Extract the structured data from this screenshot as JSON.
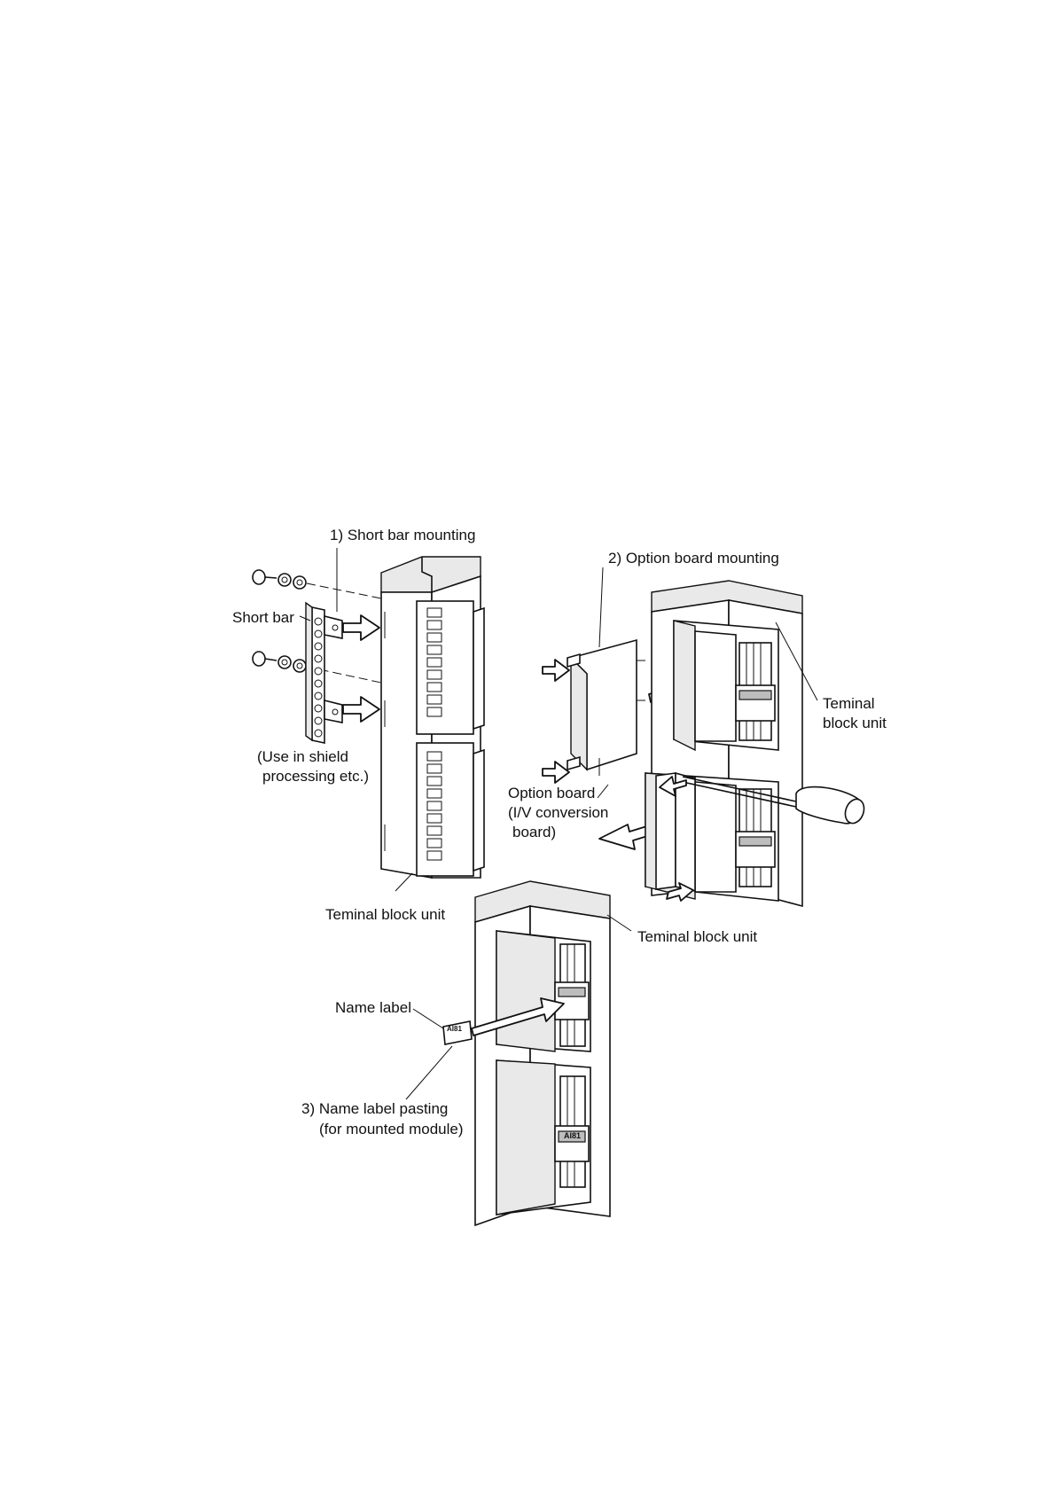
{
  "labels": {
    "short_bar_mounting": "1) Short bar mounting",
    "short_bar": "Short bar",
    "shield_note_line1": "(Use in shield",
    "shield_note_line2": "processing etc.)",
    "terminal_block_unit_1": "Teminal block unit",
    "option_board_mounting": "2) Option board mounting",
    "terminal_block_unit_2_line1": "Teminal",
    "terminal_block_unit_2_line2": "block unit",
    "option_board_line1": "Option board",
    "option_board_line2": "(I/V conversion",
    "option_board_line3": "board)",
    "terminal_block_unit_3": "Teminal block unit",
    "name_label": "Name label",
    "name_label_pasting_line1": "3) Name label pasting",
    "name_label_pasting_line2": "(for mounted module)",
    "label_chip_text": "AI81"
  },
  "icons": [
    "screw-icon",
    "washer-icon",
    "short-bar-icon",
    "insert-arrow-icon",
    "screwdriver-icon",
    "terminal-block-icon",
    "option-board-icon",
    "name-label-icon"
  ]
}
